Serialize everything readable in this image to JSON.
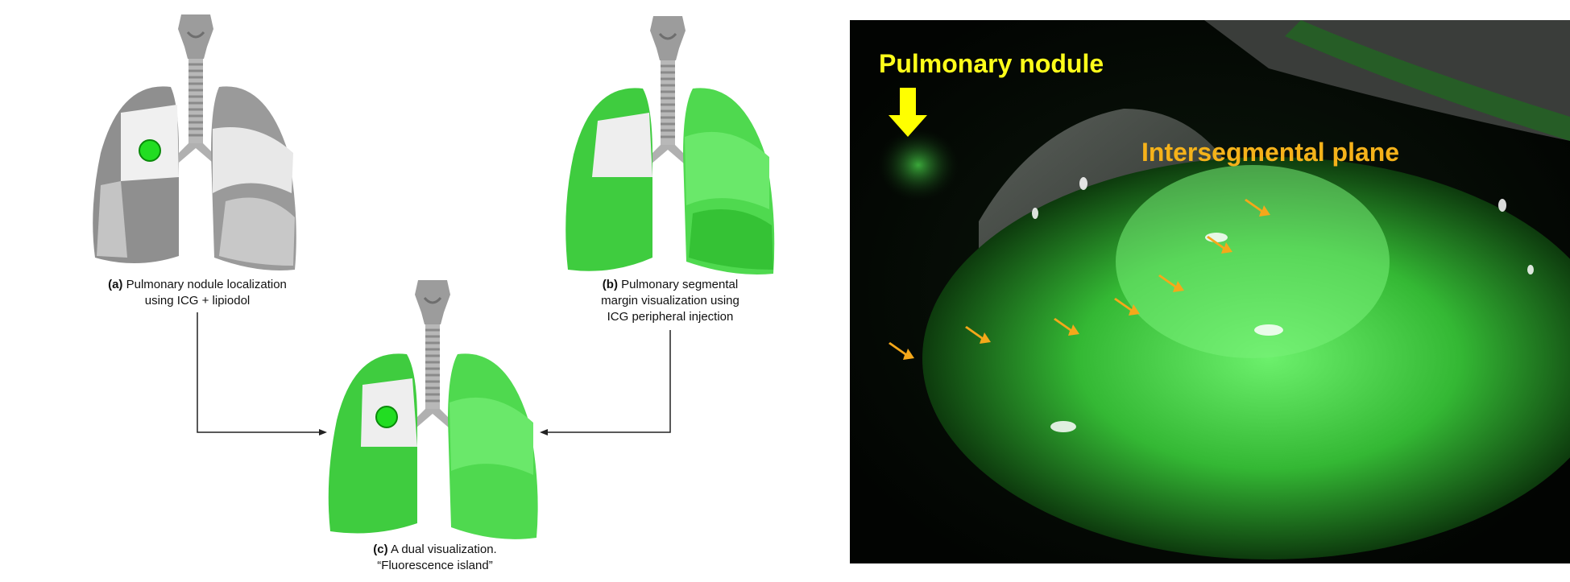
{
  "captions": {
    "a": {
      "letter": "(a)",
      "text_line1": "Pulmonary nodule localization",
      "text_line2": "using ICG + lipiodol"
    },
    "b": {
      "letter": "(b)",
      "text_line1": "Pulmonary segmental",
      "text_line2": "margin visualization using",
      "text_line3": "ICG peripheral injection"
    },
    "c": {
      "letter": "(c)",
      "text_line1": "A dual visualization.",
      "text_line2": "“Fluorescence island”"
    }
  },
  "photo": {
    "nodule_label": "Pulmonary nodule",
    "plane_label": "Intersegmental plane"
  },
  "colors": {
    "nodule_label": "#ffff1a",
    "plane_label": "#f5b21a",
    "nodule_arrow": "#ffff00",
    "plane_arrows": "#f5a81a",
    "fluorescent_green": "#33cc33",
    "bright_green": "#66ee66",
    "grey_lung": "#9a9a9a",
    "nodule_dot": "#22dd22",
    "connector": "#222222"
  },
  "icons": [
    "lung-diagram-grey",
    "lung-diagram-green",
    "trachea-icon",
    "nodule-dot-icon",
    "down-arrow-icon",
    "orange-arrow-icon"
  ]
}
